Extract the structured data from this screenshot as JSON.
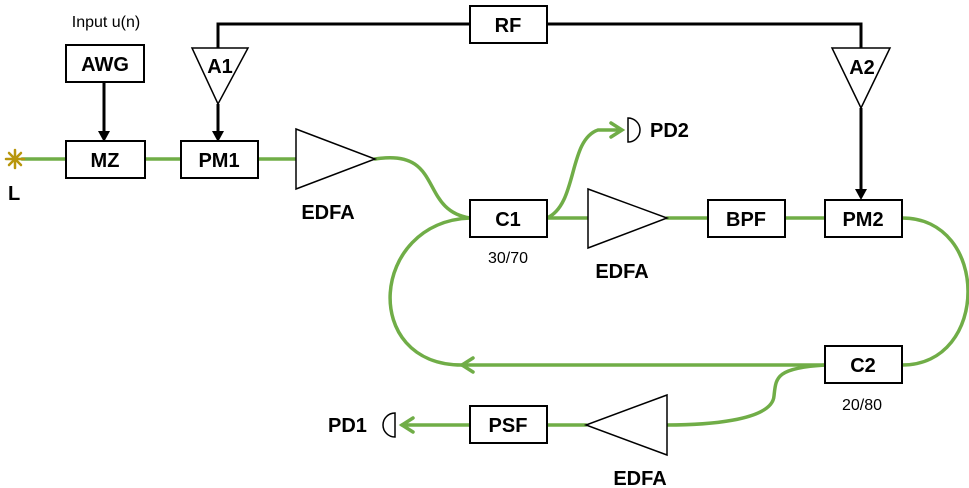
{
  "labels": {
    "input": "Input u(n)",
    "awg": "AWG",
    "mz": "MZ",
    "pm1": "PM1",
    "a1": "A1",
    "rf": "RF",
    "a2": "A2",
    "laser": "L",
    "edfa1": "EDFA",
    "c1": "C1",
    "c1_ratio": "30/70",
    "pd2": "PD2",
    "edfa2": "EDFA",
    "bpf": "BPF",
    "pm2": "PM2",
    "c2": "C2",
    "c2_ratio": "20/80",
    "psf": "PSF",
    "pd1": "PD1",
    "edfa3": "EDFA"
  },
  "colors": {
    "fiber": "#70ad47",
    "laser": "#b8960c",
    "electrical": "#000000"
  }
}
